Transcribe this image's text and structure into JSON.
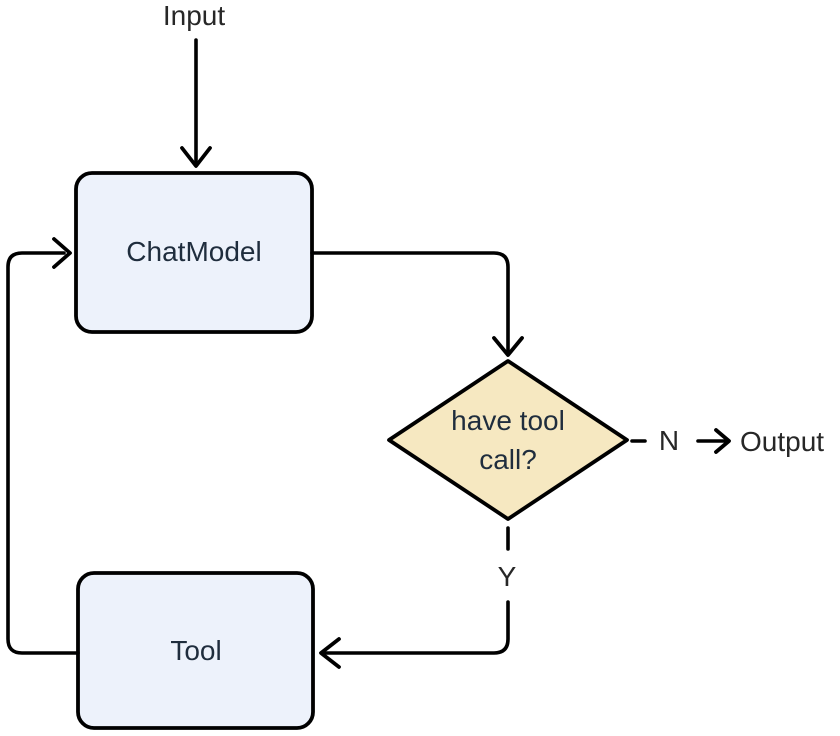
{
  "diagram": {
    "title": "chat-model-tool-loop-flowchart",
    "colors": {
      "node_fill": "#edf2fb",
      "decision_fill": "#f6e8c1",
      "line": "#000000",
      "node_text": "#1f2d3d",
      "label_text": "#272727",
      "background": "#ffffff"
    },
    "nodes": {
      "input": {
        "label": "Input"
      },
      "chat_model": {
        "label": "ChatModel"
      },
      "decision": {
        "label_line1": "have tool",
        "label_line2": "call?"
      },
      "tool": {
        "label": "Tool"
      },
      "output": {
        "label": "Output"
      }
    },
    "edges": {
      "decision_no": {
        "label": "N"
      },
      "decision_yes": {
        "label": "Y"
      }
    }
  }
}
